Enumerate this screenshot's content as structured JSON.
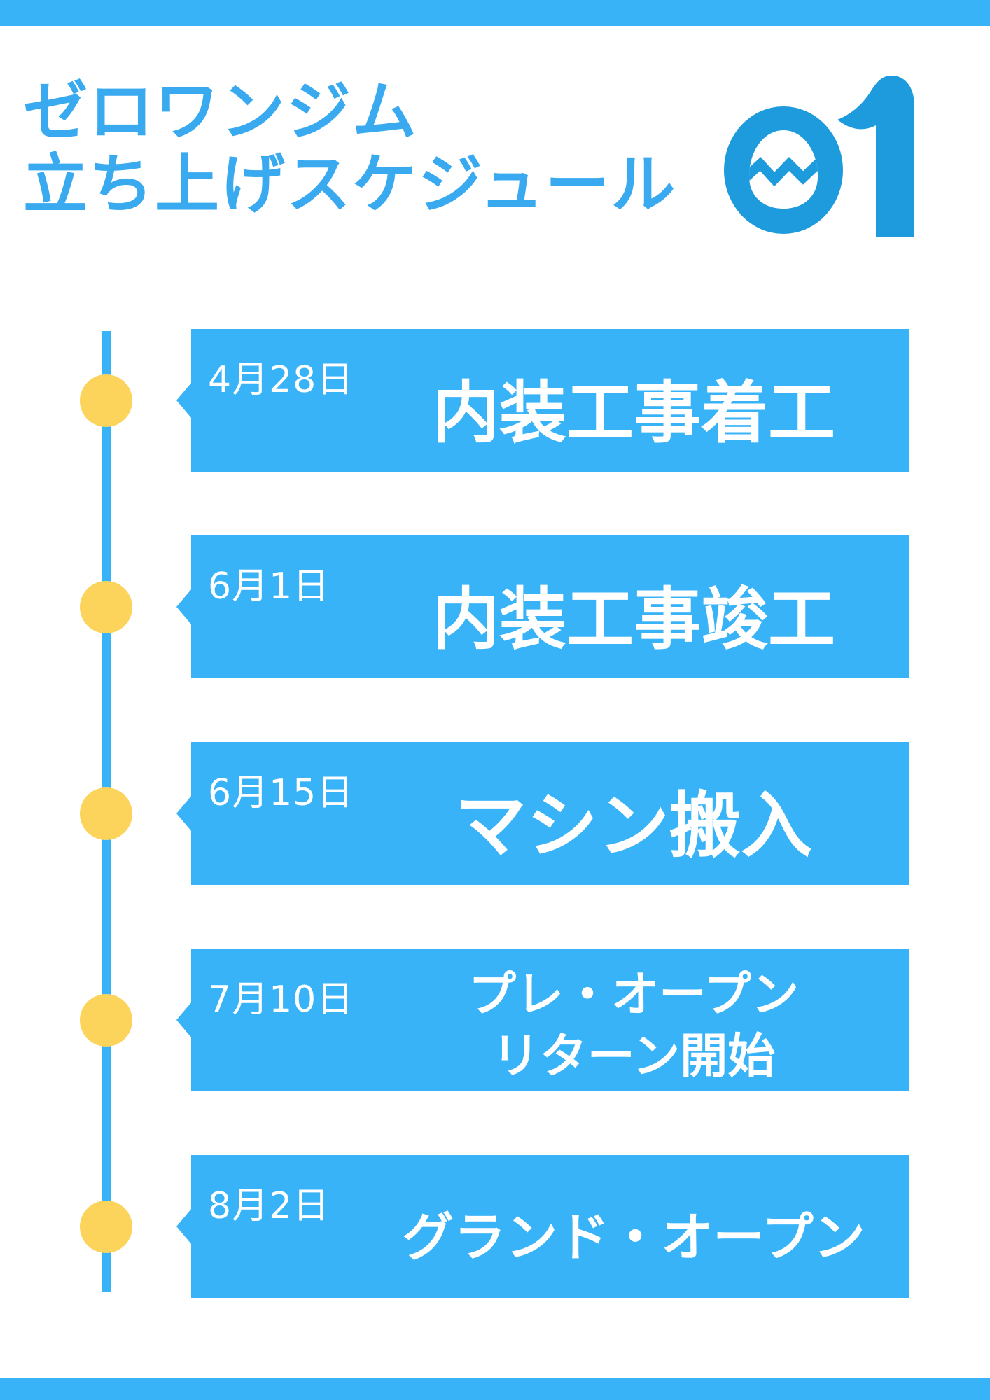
{
  "header": {
    "title_line1": "ゼロワンジム",
    "title_line2": "立ち上げスケジュール",
    "logo_text": "01"
  },
  "timeline": {
    "items": [
      {
        "date": "4月28日",
        "title": "内装工事着工"
      },
      {
        "date": "6月1日",
        "title": "内装工事竣工"
      },
      {
        "date": "6月15日",
        "title": "マシン搬入"
      },
      {
        "date": "7月10日",
        "title": "プレ・オープン",
        "title2": "リターン開始"
      },
      {
        "date": "8月2日",
        "title": "グランド・オープン"
      }
    ]
  },
  "colors": {
    "accent_blue": "#38b3f8",
    "heading_blue": "#3aaaf0",
    "logo_blue": "#1e9bdd",
    "marker_yellow": "#fcd45c",
    "text_on_blue": "#ffffff",
    "background": "#ffffff"
  }
}
